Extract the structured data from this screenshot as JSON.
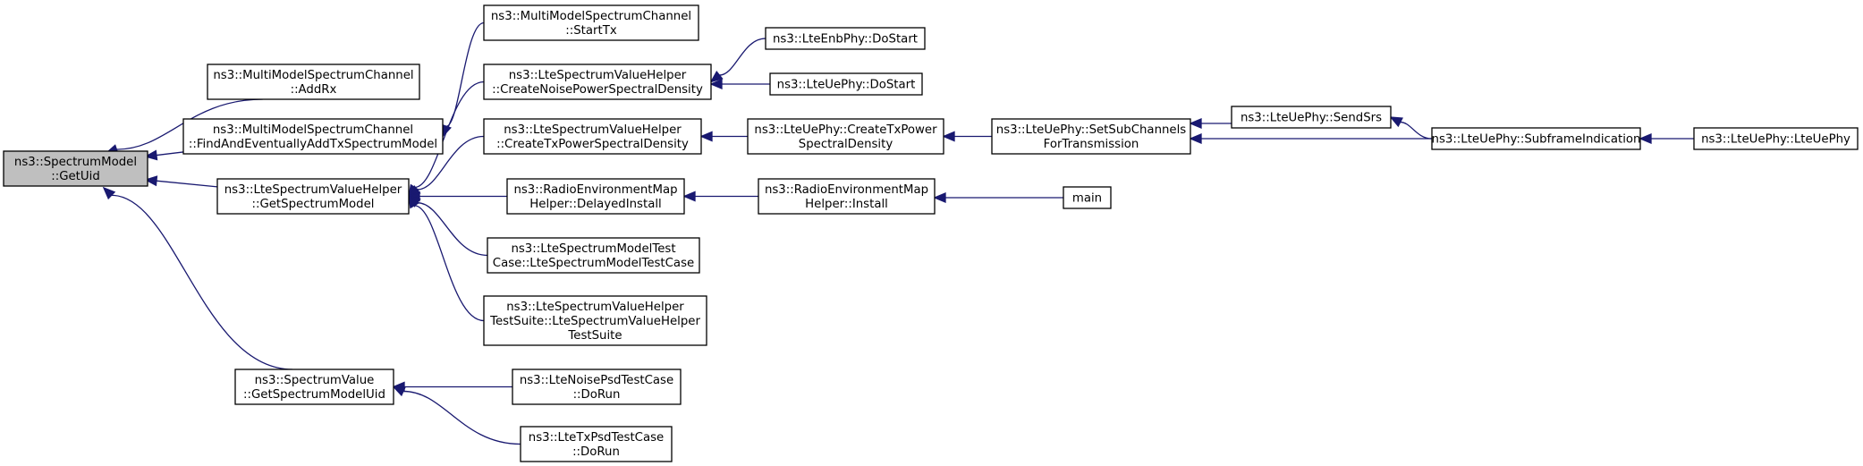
{
  "diagram": {
    "type": "call-graph",
    "nodes": [
      {
        "id": "getuid",
        "lines": [
          "ns3::SpectrumModel",
          "::GetUid"
        ],
        "highlighted": true
      },
      {
        "id": "addrx",
        "lines": [
          "ns3::MultiModelSpectrumChannel",
          "::AddRx"
        ]
      },
      {
        "id": "findadd",
        "lines": [
          "ns3::MultiModelSpectrumChannel",
          "::FindAndEventuallyAddTxSpectrumModel"
        ]
      },
      {
        "id": "getspecmodel",
        "lines": [
          "ns3::LteSpectrumValueHelper",
          "::GetSpectrumModel"
        ]
      },
      {
        "id": "getspecmodeluid",
        "lines": [
          "ns3::SpectrumValue",
          "::GetSpectrumModelUid"
        ]
      },
      {
        "id": "starttx",
        "lines": [
          "ns3::MultiModelSpectrumChannel",
          "::StartTx"
        ]
      },
      {
        "id": "createnoise",
        "lines": [
          "ns3::LteSpectrumValueHelper",
          "::CreateNoisePowerSpectralDensity"
        ]
      },
      {
        "id": "createtxpsd",
        "lines": [
          "ns3::LteSpectrumValueHelper",
          "::CreateTxPowerSpectralDensity"
        ]
      },
      {
        "id": "remdelayed",
        "lines": [
          "ns3::RadioEnvironmentMap",
          "Helper::DelayedInstall"
        ]
      },
      {
        "id": "ltespecmodeltc",
        "lines": [
          "ns3::LteSpectrumModelTest",
          "Case::LteSpectrumModelTestCase"
        ]
      },
      {
        "id": "ltespecvalts",
        "lines": [
          "ns3::LteSpectrumValueHelper",
          "TestSuite::LteSpectrumValueHelper",
          "TestSuite"
        ]
      },
      {
        "id": "noisepsd",
        "lines": [
          "ns3::LteNoisePsdTestCase",
          "::DoRun"
        ]
      },
      {
        "id": "txpsd",
        "lines": [
          "ns3::LteTxPsdTestCase",
          "::DoRun"
        ]
      },
      {
        "id": "enbdostart",
        "lines": [
          "ns3::LteEnbPhy::DoStart"
        ]
      },
      {
        "id": "uedostart",
        "lines": [
          "ns3::LteUePhy::DoStart"
        ]
      },
      {
        "id": "uecreatetx",
        "lines": [
          "ns3::LteUePhy::CreateTxPower",
          "SpectralDensity"
        ]
      },
      {
        "id": "reminstall",
        "lines": [
          "ns3::RadioEnvironmentMap",
          "Helper::Install"
        ]
      },
      {
        "id": "setsubch",
        "lines": [
          "ns3::LteUePhy::SetSubChannels",
          "ForTransmission"
        ]
      },
      {
        "id": "main",
        "lines": [
          "main"
        ]
      },
      {
        "id": "sendsrs",
        "lines": [
          "ns3::LteUePhy::SendSrs"
        ]
      },
      {
        "id": "subframe",
        "lines": [
          "ns3::LteUePhy::SubframeIndication"
        ]
      },
      {
        "id": "ltuephy",
        "lines": [
          "ns3::LteUePhy::LteUePhy"
        ]
      }
    ],
    "edges": [
      {
        "from": "addrx",
        "to": "getuid"
      },
      {
        "from": "findadd",
        "to": "getuid"
      },
      {
        "from": "getspecmodel",
        "to": "getuid"
      },
      {
        "from": "getspecmodeluid",
        "to": "getuid"
      },
      {
        "from": "starttx",
        "to": "findadd"
      },
      {
        "from": "createnoise",
        "to": "getspecmodel"
      },
      {
        "from": "createtxpsd",
        "to": "getspecmodel"
      },
      {
        "from": "remdelayed",
        "to": "getspecmodel"
      },
      {
        "from": "ltespecmodeltc",
        "to": "getspecmodel"
      },
      {
        "from": "ltespecvalts",
        "to": "getspecmodel"
      },
      {
        "from": "noisepsd",
        "to": "getspecmodeluid"
      },
      {
        "from": "txpsd",
        "to": "getspecmodeluid"
      },
      {
        "from": "enbdostart",
        "to": "createnoise"
      },
      {
        "from": "uedostart",
        "to": "createnoise"
      },
      {
        "from": "uecreatetx",
        "to": "createtxpsd"
      },
      {
        "from": "reminstall",
        "to": "remdelayed"
      },
      {
        "from": "setsubch",
        "to": "uecreatetx"
      },
      {
        "from": "main",
        "to": "reminstall"
      },
      {
        "from": "sendsrs",
        "to": "setsubch"
      },
      {
        "from": "subframe",
        "to": "setsubch"
      },
      {
        "from": "subframe",
        "to": "sendsrs"
      },
      {
        "from": "ltuephy",
        "to": "subframe"
      }
    ]
  }
}
